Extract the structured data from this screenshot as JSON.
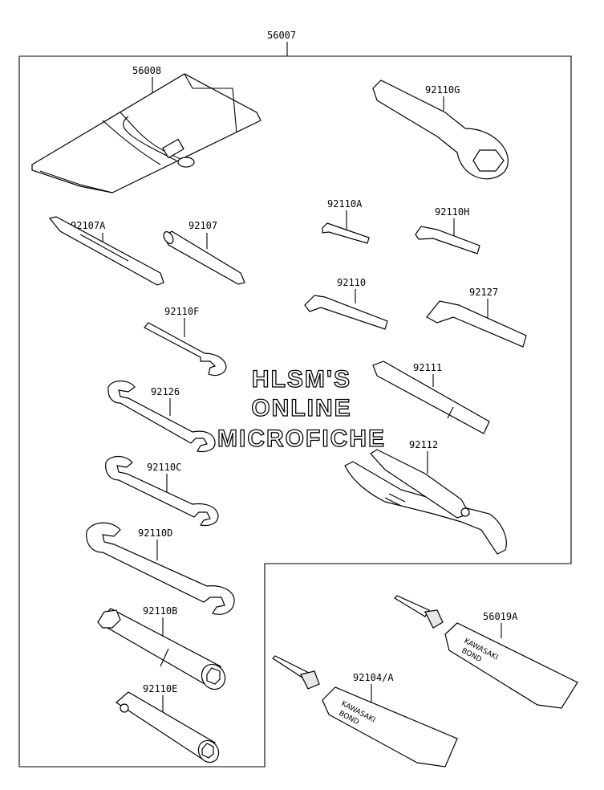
{
  "parts": {
    "kit": "56007",
    "bag": "56008",
    "p92110G": "92110G",
    "p92107A": "92107A",
    "p92107": "92107",
    "p92110A": "92110A",
    "p92110H": "92110H",
    "p92110": "92110",
    "p92127": "92127",
    "p92110F": "92110F",
    "p92111": "92111",
    "p92126": "92126",
    "p92112": "92112",
    "p92110C": "92110C",
    "p92110D": "92110D",
    "p92110B": "92110B",
    "p92110E": "92110E",
    "p56019A": "56019A",
    "p92104A": "92104/A"
  },
  "watermark": {
    "line1": "HLSM'S",
    "line2": "ONLINE",
    "line3": "MICROFICHE"
  },
  "tube_text": {
    "brand": "KAWASAKI",
    "product": "BOND"
  }
}
